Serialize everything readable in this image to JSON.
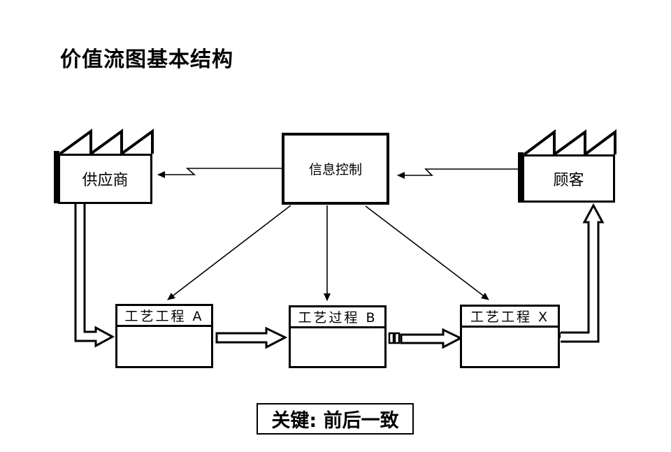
{
  "title": "价值流图基本结构",
  "colors": {
    "ink": "#000000",
    "background": "#ffffff"
  },
  "nodes": {
    "supplier": {
      "label": "供应商"
    },
    "info_control": {
      "label": "信息控制"
    },
    "customer": {
      "label": "顾客"
    },
    "process_a": {
      "label": "工艺工程 A"
    },
    "process_b": {
      "label": "工艺过程 B"
    },
    "process_x": {
      "label": "工艺工程 X"
    }
  },
  "key_note": {
    "label": "关键: 前后一致"
  },
  "edges": [
    {
      "from": "customer",
      "to": "info_control",
      "style": "zigzag-information-arrow"
    },
    {
      "from": "info_control",
      "to": "supplier",
      "style": "zigzag-information-arrow"
    },
    {
      "from": "info_control",
      "to": "process_a",
      "style": "thin-arrow"
    },
    {
      "from": "info_control",
      "to": "process_b",
      "style": "thin-arrow"
    },
    {
      "from": "info_control",
      "to": "process_x",
      "style": "thin-arrow"
    },
    {
      "from": "supplier",
      "to": "process_a",
      "style": "hollow-material-arrow"
    },
    {
      "from": "process_a",
      "to": "process_b",
      "style": "hollow-material-arrow"
    },
    {
      "from": "process_b",
      "to": "process_x",
      "style": "hollow-material-arrow-striped"
    },
    {
      "from": "process_x",
      "to": "customer",
      "style": "hollow-material-arrow"
    }
  ]
}
